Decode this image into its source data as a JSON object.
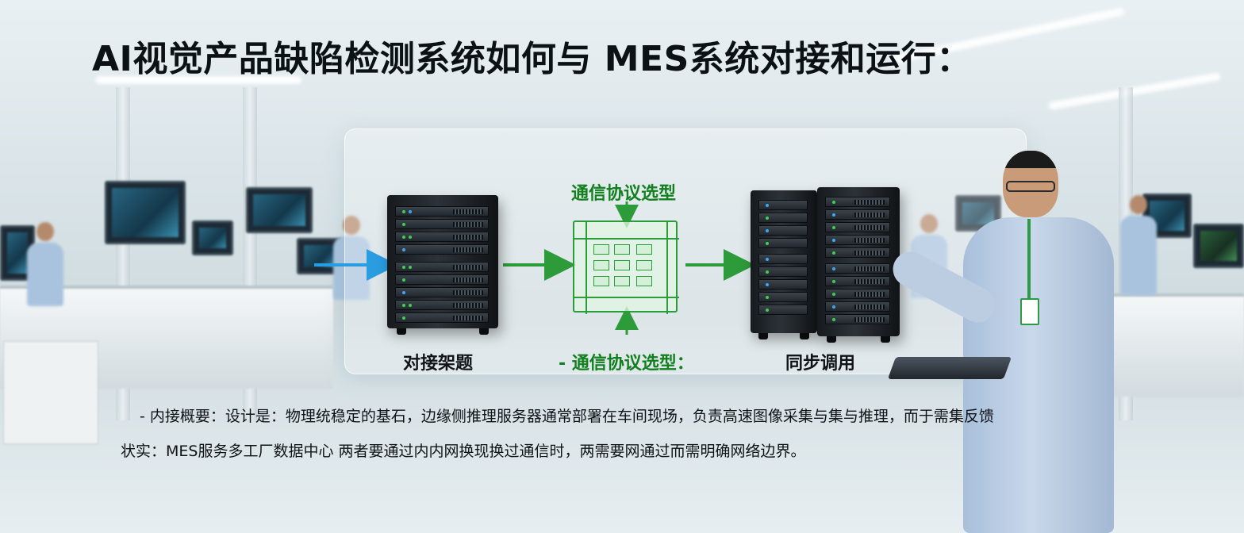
{
  "title": "AI视觉产品缺陷检测系统如何与 MES系统对接和运行：",
  "diagram": {
    "top_label": "通信协议选型",
    "left_label": "对接架题",
    "middle_label": "- 通信协议选型：",
    "right_label": "同步调用"
  },
  "description": {
    "line1": "- 内接概要：设计是：物理统稳定的基石，边缘侧推理服务器通常部署在车间现场，负责高速图像采集与集与推理，而于需集反馈",
    "line2": "状实：MES服务多工厂数据中心 两者要通过内内网换现换过通信时，两需要网通过而需明确网络边界。"
  },
  "colors": {
    "arrow_blue": "#2a9de0",
    "arrow_green": "#2e9b3a",
    "accent_green": "#13801f"
  }
}
